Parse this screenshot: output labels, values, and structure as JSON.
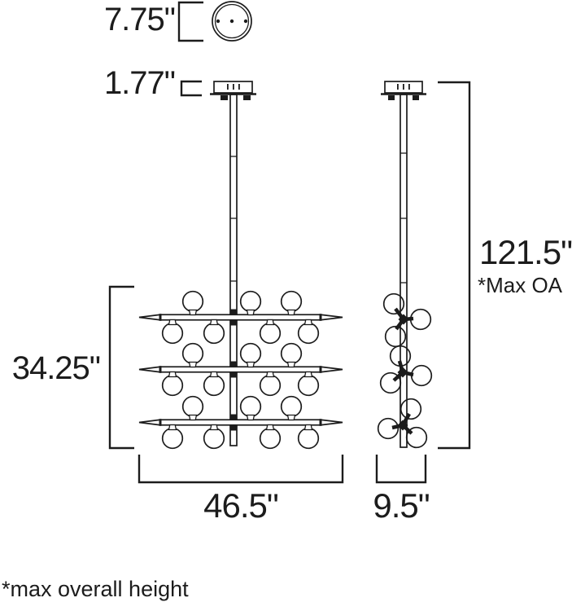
{
  "colors": {
    "line": "#1c1c1c",
    "background": "#ffffff"
  },
  "labels": {
    "canopy_diameter": "7.75\"",
    "canopy_height": "1.77\"",
    "body_height": "34.25\"",
    "max_overall_height": "121.5\"",
    "max_overall_note": "*Max OA",
    "fixture_width": "46.5\"",
    "fixture_depth": "9.5\"",
    "footnote": "*max overall height"
  }
}
